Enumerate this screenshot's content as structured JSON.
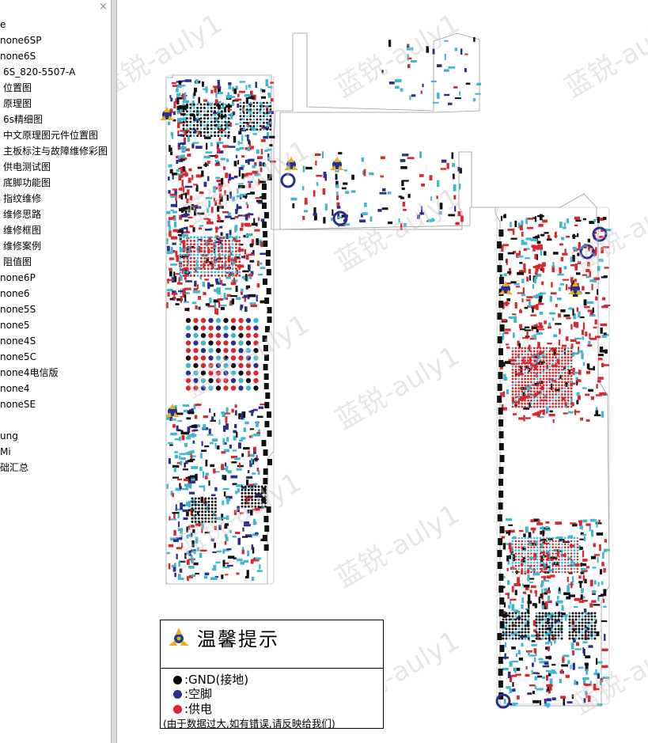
{
  "sidebar": {
    "close_glyph": "×",
    "items": [
      {
        "label": "e"
      },
      {
        "label": "none6SP"
      },
      {
        "label": "none6S"
      },
      {
        "label": "6S_820-5507-A"
      },
      {
        "label": "位置图"
      },
      {
        "label": "原理图"
      },
      {
        "label": "6s精细图"
      },
      {
        "label": "中文原理图元件位置图"
      },
      {
        "label": "主板标注与故障维修彩图"
      },
      {
        "label": "供电测试图"
      },
      {
        "label": "底脚功能图"
      },
      {
        "label": "指纹维修"
      },
      {
        "label": "维修思路"
      },
      {
        "label": "维修框图"
      },
      {
        "label": "维修案例"
      },
      {
        "label": "阻值图"
      },
      {
        "label": "none6P"
      },
      {
        "label": "none6"
      },
      {
        "label": "none5S"
      },
      {
        "label": "none5"
      },
      {
        "label": "none4S"
      },
      {
        "label": "none5C"
      },
      {
        "label": "none4电信版"
      },
      {
        "label": "none4"
      },
      {
        "label": "noneSE"
      },
      {
        "label": ""
      },
      {
        "label": "ung"
      },
      {
        "label": "Mi"
      },
      {
        "label": "础汇总"
      }
    ]
  },
  "document": {
    "watermark": "蓝锐-auly1",
    "tip": {
      "title": "温馨提示",
      "legend": [
        {
          "label": ":GND(接地)",
          "color": "#000000"
        },
        {
          "label": ":空脚",
          "color": "#2a2f8f"
        },
        {
          "label": ":供电",
          "color": "#e0202a"
        }
      ],
      "note": "(由于数据过大,如有错误,请反映给我们)"
    }
  },
  "colors": {
    "cyan": "#3fb7cf",
    "red": "#d9272e",
    "navy": "#2a2f8f",
    "black": "#111111",
    "logo_gold": "#e8b020",
    "logo_blue": "#1c3d8c"
  }
}
